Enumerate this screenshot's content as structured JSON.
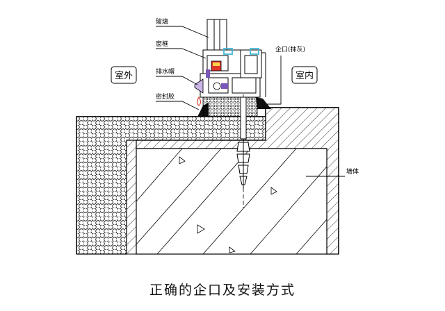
{
  "labels": {
    "glass": "玻璃",
    "sash": "窗框",
    "drain_cap": "排水帽",
    "sealant": "密封胶",
    "rebate": "企口(抹灰)",
    "outdoor": "室外",
    "indoor": "室内",
    "wall": "墙体"
  },
  "caption": "正确的企口及安装方式",
  "colors": {
    "line": "#000000",
    "seal_red": "#e0352b",
    "gasket_purple": "#7a57b8",
    "cap_cyan": "#41b7d6",
    "drop_red": "#d8453a"
  }
}
